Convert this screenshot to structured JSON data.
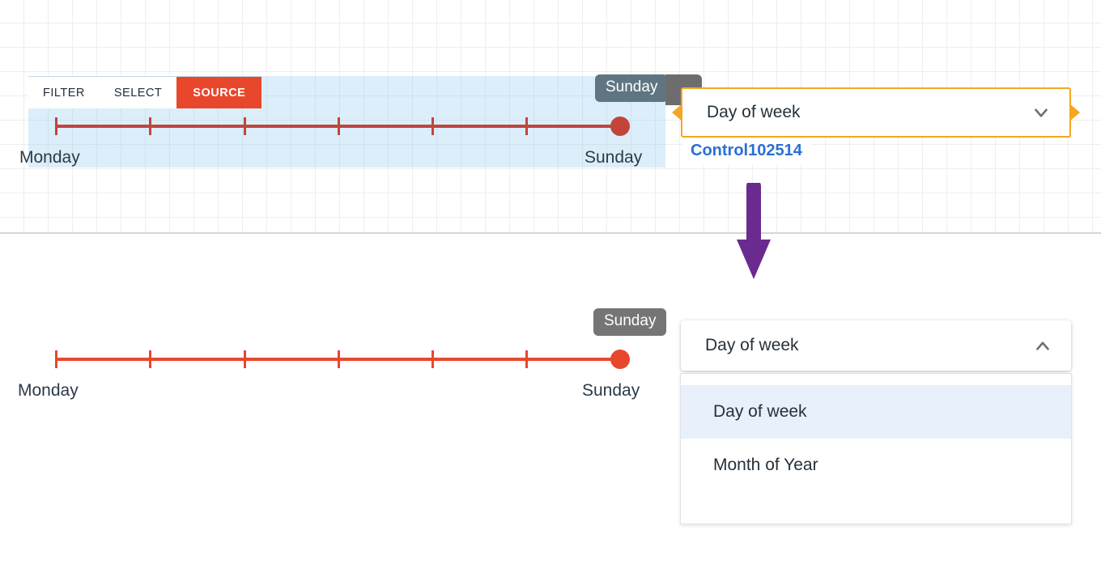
{
  "top_pane": {
    "toolbar": {
      "items": [
        {
          "label": "FILTER",
          "active": false
        },
        {
          "label": "SELECT",
          "active": false
        },
        {
          "label": "SOURCE",
          "active": true
        }
      ],
      "active_color": "#e8472c"
    },
    "slider": {
      "start_label": "Monday",
      "end_label": "Sunday",
      "tooltip": "Sunday",
      "tick_count": 7,
      "value_index": 6,
      "track_color": "#c1453a",
      "tooltip_color": "#5f7682"
    },
    "dropdown": {
      "value": "Day of week",
      "chevron": "chevron-down-icon",
      "highlight_color": "#f5a623",
      "control_id": "Control102514",
      "control_id_color": "#2a6fd6"
    }
  },
  "arrow": {
    "name": "down-arrow",
    "color": "#6a2a8f"
  },
  "bottom_pane": {
    "slider": {
      "start_label": "Monday",
      "end_label": "Sunday",
      "tooltip": "Sunday",
      "tick_count": 7,
      "value_index": 6,
      "track_color": "#e8472c",
      "tooltip_color": "#757575"
    },
    "dropdown": {
      "value": "Day of week",
      "chevron": "chevron-up-icon",
      "expanded": true,
      "options": [
        {
          "label": "Day of week",
          "selected": true
        },
        {
          "label": "Month of Year",
          "selected": false
        }
      ],
      "selected_bg": "#e8f0fb"
    }
  }
}
